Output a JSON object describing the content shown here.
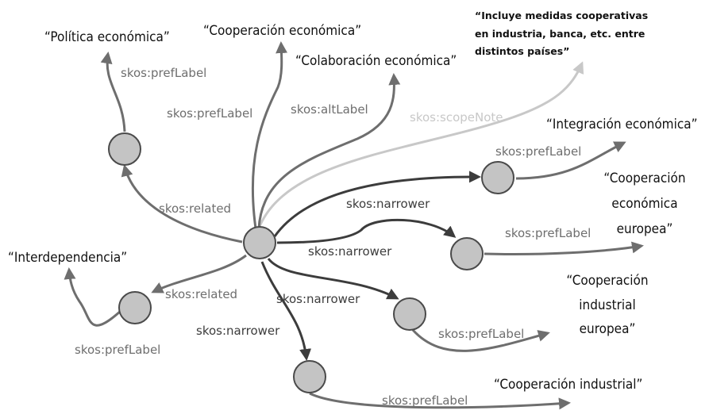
{
  "literals": {
    "politica": "“Política económica”",
    "cooperacion": "“Cooperación económica”",
    "colaboracion": "“Colaboración económica”",
    "scope_note_line1": "“Incluye medidas cooperativas",
    "scope_note_line2": "en industria, banca, etc. entre",
    "scope_note_line3": "distintos países”",
    "integracion": "“Integración económica”",
    "coop_europea_line1": "“Cooperación",
    "coop_europea_line2": "económica",
    "coop_europea_line3": "europea”",
    "interdependencia": "“Interdependencia”",
    "coop_ind_europea_line1": "“Cooperación",
    "coop_ind_europea_line2": "industrial",
    "coop_ind_europea_line3": "europea”",
    "coop_industrial": "“Cooperación industrial”"
  },
  "edges": {
    "preflabel_politica": "skos:prefLabel",
    "preflabel_center": "skos:prefLabel",
    "altlabel": "skos:altLabel",
    "scopenote": "skos:scopeNote",
    "preflabel_integracion": "skos:prefLabel",
    "related_upper": "skos:related",
    "narrower_1": "skos:narrower",
    "preflabel_coop_europea": "skos:prefLabel",
    "narrower_2": "skos:narrower",
    "related_lower": "skos:related",
    "narrower_3": "skos:narrower",
    "narrower_4": "skos:narrower",
    "preflabel_interdependencia": "skos:prefLabel",
    "preflabel_coop_ind_europea": "skos:prefLabel",
    "preflabel_coop_industrial": "skos:prefLabel"
  },
  "colors": {
    "dark_edge": "#3c3c3c",
    "mid_edge": "#6e6e6e",
    "light_edge": "#c8c8c8",
    "node_fill": "#c4c4c4"
  }
}
